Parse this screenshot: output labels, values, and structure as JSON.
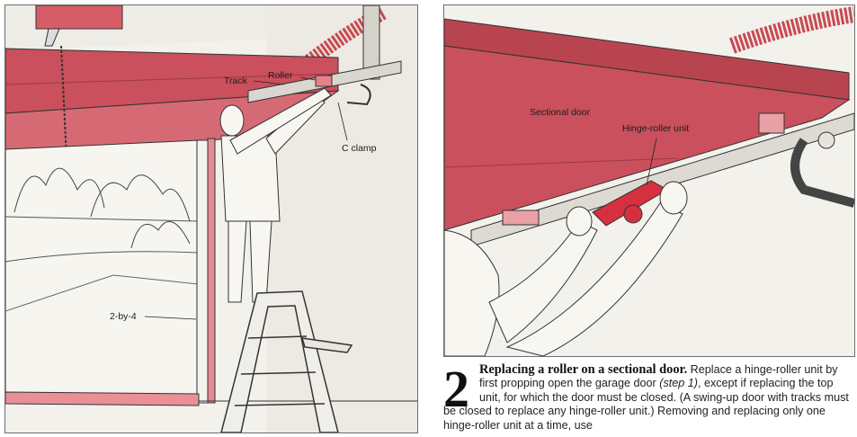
{
  "left_illustration": {
    "labels": {
      "track": "Track",
      "roller": "Roller",
      "c_clamp": "C clamp",
      "two_by_four": "2-by-4"
    }
  },
  "right_illustration": {
    "labels": {
      "sectional_door": "Sectional door",
      "hinge_roller_unit": "Hinge-roller unit"
    }
  },
  "caption": {
    "step_number": "2",
    "title": "Replacing a roller on a sectional door.",
    "text_1": " Replace a hinge-roller unit by first propping open the garage door ",
    "step_ref": "(step 1)",
    "text_2": ", except if replacing the top unit, for which the door must be closed. (A swing-up door with tracks must be closed to replace any hinge-roller unit.) Removing and replacing only one hinge-roller unit at a time, use"
  },
  "colors": {
    "door_red": "#c9505c",
    "door_red_light": "#e08a92",
    "frame_line": "#333333",
    "panel_bg": "#f2f1ec"
  }
}
